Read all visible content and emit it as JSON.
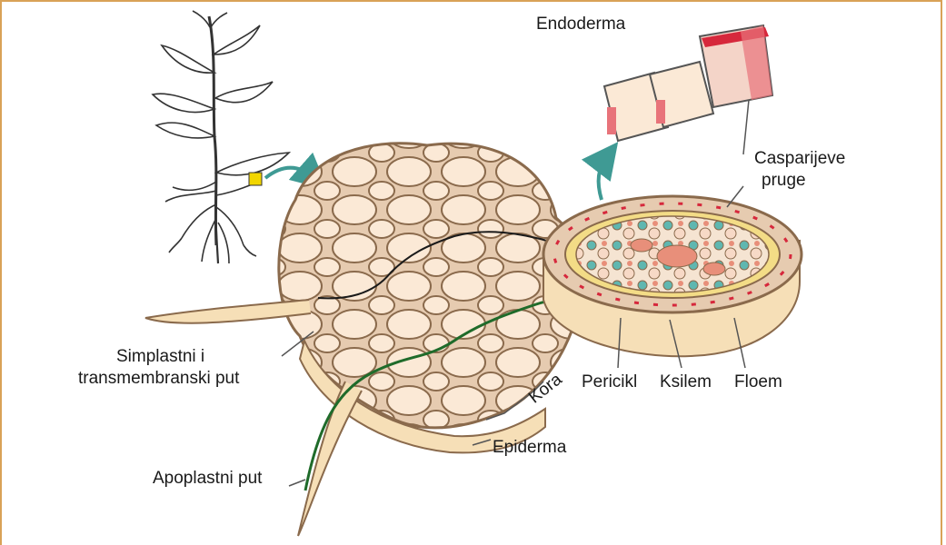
{
  "labels": {
    "endoderma": "Endoderma",
    "casparijeve_1": "Casparijeve",
    "casparijeve_2": "pruge",
    "simplastni_1": "Simplastni i",
    "simplastni_2": "transmembranski put",
    "apoplastni": "Apoplastni put",
    "kora": "Kora",
    "epiderma": "Epiderma",
    "pericikl": "Pericikl",
    "ksilem": "Ksilem",
    "floem": "Floem"
  },
  "colors": {
    "frame": "#d9a257",
    "cell_fill": "#fbe9d6",
    "cell_wall": "#8a6a4c",
    "wall_fill": "#e6cbb0",
    "xylem": "#e88f7a",
    "phloem": "#5fb7b0",
    "pericycle": "#f3dc86",
    "casparian": "#d6283c",
    "apoplast_path": "#1f6b2a",
    "arrow": "#3f9a94",
    "highlight_box": "#f2d600"
  },
  "icons": [
    "plant-illustration",
    "arrow-to-root",
    "arrow-to-endoderm",
    "root-section",
    "endoderm-cells"
  ]
}
